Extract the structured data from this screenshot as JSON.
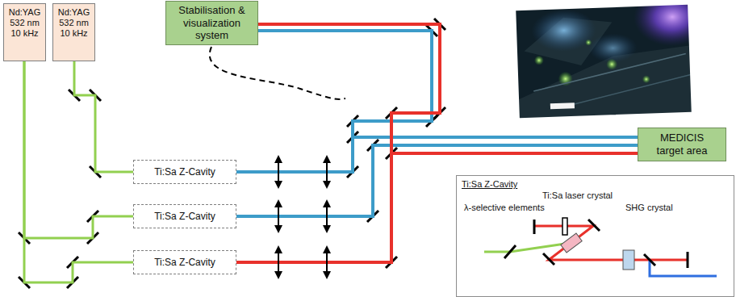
{
  "diagram": {
    "nodes": [
      {
        "text": [
          "Nd:YAG 532 nm 10 kHz"
        ]
      },
      {
        "text": [
          "Nd:YAG 532 nm 10 kHz"
        ]
      },
      {
        "text": [
          "Stabilisation & visualization system"
        ]
      },
      {
        "text": [
          "MEDICIS target area"
        ]
      },
      {
        "text": [
          "Ti:Sa Z-Cavity"
        ]
      },
      {
        "text": [
          "Ti:Sa Z-Cavity"
        ]
      },
      {
        "text": [
          "Ti:Sa Z-Cavity"
        ]
      },
      {
        "text": [
          "Ti:Sa Z-Cavity"
        ]
      }
    ],
    "edges": [
      {
        "from": 0,
        "to": 5,
        "arrow": "none"
      },
      {
        "from": 0,
        "to": 6,
        "arrow": "none"
      },
      {
        "from": 1,
        "to": 4,
        "arrow": "none"
      },
      {
        "from": 4,
        "to": 3,
        "arrow": "none"
      },
      {
        "from": 5,
        "to": 3,
        "arrow": "none"
      },
      {
        "from": 6,
        "to": 3,
        "arrow": "none"
      },
      {
        "from": 4,
        "to": 2,
        "arrow": "none"
      },
      {
        "from": 6,
        "to": 2,
        "arrow": "none"
      }
    ],
    "labels": [
      "Ti:Sa laser crystal",
      "λ-selective elements",
      "SHG crystal"
    ]
  }
}
